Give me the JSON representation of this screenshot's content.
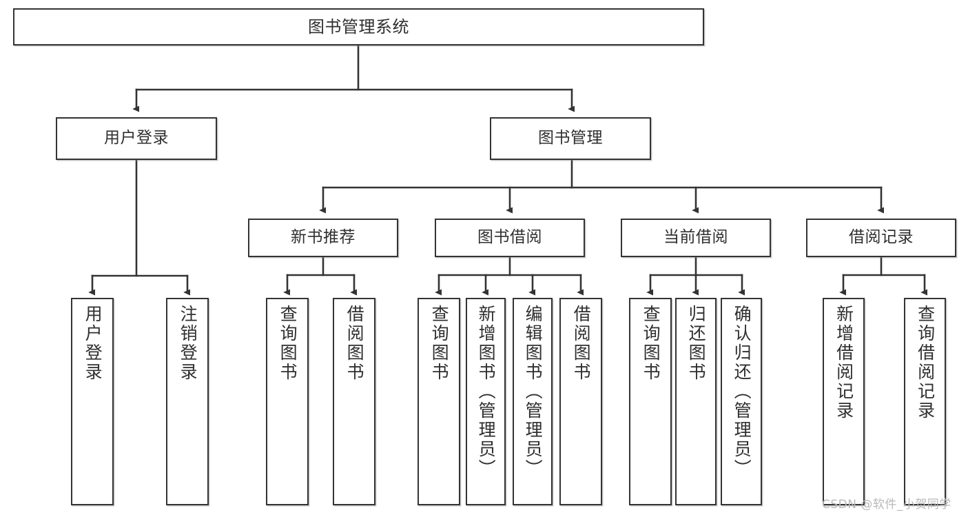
{
  "diagram": {
    "title": "图书管理系统",
    "type": "hierarchy-tree",
    "watermark": "CSDN @软件_小贺同学",
    "colors": {
      "box_border": "#333333",
      "box_fill": "#ffffff",
      "text": "#2f2f2f",
      "link": "#333333",
      "watermark": "#b9b9b9",
      "background": "#ffffff"
    },
    "nodes": {
      "root": {
        "label": "图书管理系统"
      },
      "level2": [
        {
          "label": "用户登录"
        },
        {
          "label": "图书管理"
        }
      ],
      "level3": [
        {
          "label": "新书推荐"
        },
        {
          "label": "图书借阅"
        },
        {
          "label": "当前借阅"
        },
        {
          "label": "借阅记录"
        }
      ],
      "leaves": {
        "user_login": [
          {
            "label": "用户登录"
          },
          {
            "label": "注销登录"
          }
        ],
        "new_book_recommend": [
          {
            "label": "查询图书"
          },
          {
            "label": "借阅图书"
          }
        ],
        "book_borrow": [
          {
            "label": "查询图书"
          },
          {
            "label": "新增图书（管理员）"
          },
          {
            "label": "编辑图书（管理员）"
          },
          {
            "label": "借阅图书"
          }
        ],
        "current_borrow": [
          {
            "label": "查询图书"
          },
          {
            "label": "归还图书"
          },
          {
            "label": "确认归还（管理员）"
          }
        ],
        "borrow_record": [
          {
            "label": "新增借阅记录"
          },
          {
            "label": "查询借阅记录"
          }
        ]
      }
    }
  }
}
